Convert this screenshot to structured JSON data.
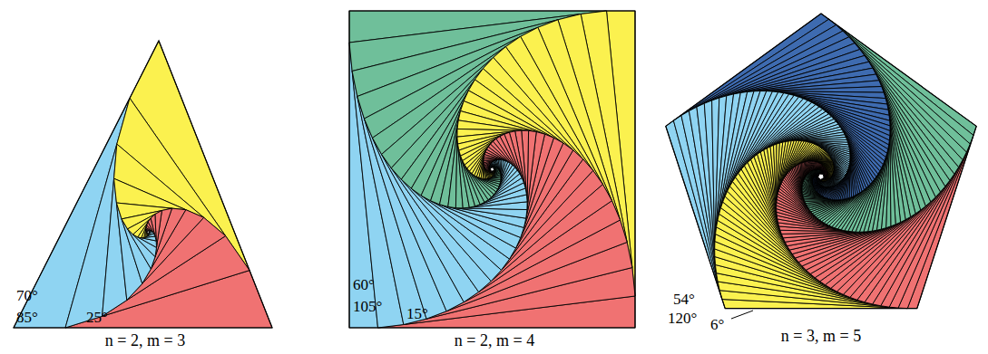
{
  "diagram": {
    "labels": [
      "70°",
      "85°",
      "25°",
      "n = 2, m = 3",
      "60°",
      "105°",
      "15°",
      "n = 2, m = 4",
      "54°",
      "120°",
      "6°",
      "n = 3, m = 5"
    ]
  }
}
